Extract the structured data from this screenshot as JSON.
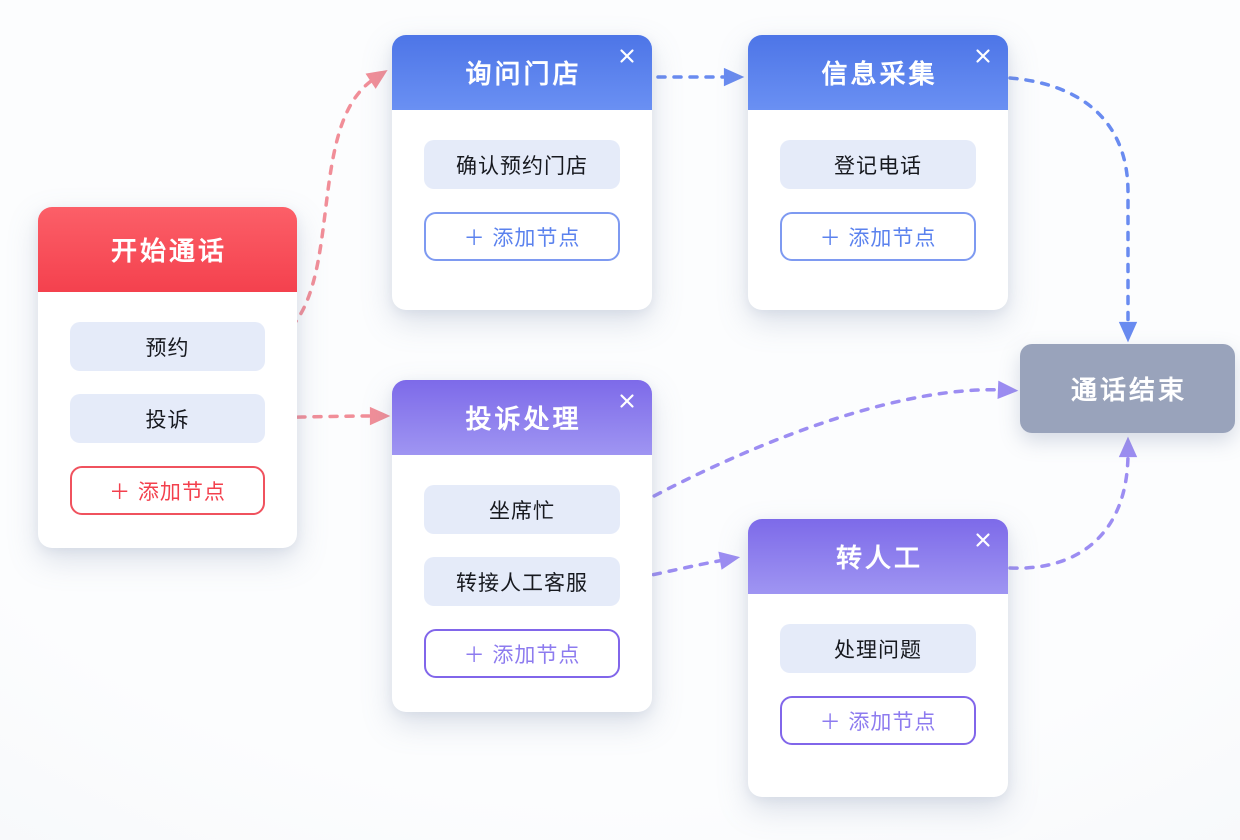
{
  "labels": {
    "add_node": "＋ 添加节点"
  },
  "nodes": [
    {
      "id": "start",
      "title": "开始通话",
      "theme": "red",
      "closable": false,
      "items": [
        "预约",
        "投诉"
      ]
    },
    {
      "id": "ask-store",
      "title": "询问门店",
      "theme": "blue",
      "closable": true,
      "items": [
        "确认预约门店"
      ]
    },
    {
      "id": "info-collect",
      "title": "信息采集",
      "theme": "blue",
      "closable": true,
      "items": [
        "登记电话"
      ]
    },
    {
      "id": "complaint",
      "title": "投诉处理",
      "theme": "purple",
      "closable": true,
      "items": [
        "坐席忙",
        "转接人工客服"
      ]
    },
    {
      "id": "to-human",
      "title": "转人工",
      "theme": "purple",
      "closable": true,
      "items": [
        "处理问题"
      ]
    }
  ],
  "end_node": {
    "title": "通话结束"
  },
  "edges": [
    {
      "from": "开始通话/预约",
      "to": "询问门店",
      "color": "pink"
    },
    {
      "from": "开始通话/投诉",
      "to": "投诉处理",
      "color": "pink"
    },
    {
      "from": "询问门店",
      "to": "信息采集",
      "color": "blue"
    },
    {
      "from": "信息采集",
      "to": "通话结束",
      "color": "blue"
    },
    {
      "from": "投诉处理/坐席忙",
      "to": "通话结束",
      "color": "purple"
    },
    {
      "from": "投诉处理/转接人工客服",
      "to": "转人工",
      "color": "purple"
    },
    {
      "from": "转人工",
      "to": "通话结束",
      "color": "purple"
    }
  ],
  "colors": {
    "red_header_top": "#fc5f68",
    "red_header_bottom": "#f4414e",
    "blue_header_top": "#4d75e7",
    "blue_header_bottom": "#6a90f3",
    "purple_header_top": "#7d6ae9",
    "purple_header_bottom": "#9f95f2",
    "item_pill_bg": "#e5ebf9",
    "end_node_bg": "#99a3bb",
    "edge_pink": "#f18e98",
    "edge_blue": "#698bf0",
    "edge_purple": "#9c8df2",
    "dot_red": "#f4414e",
    "dot_purple": "#7a5ff0"
  }
}
